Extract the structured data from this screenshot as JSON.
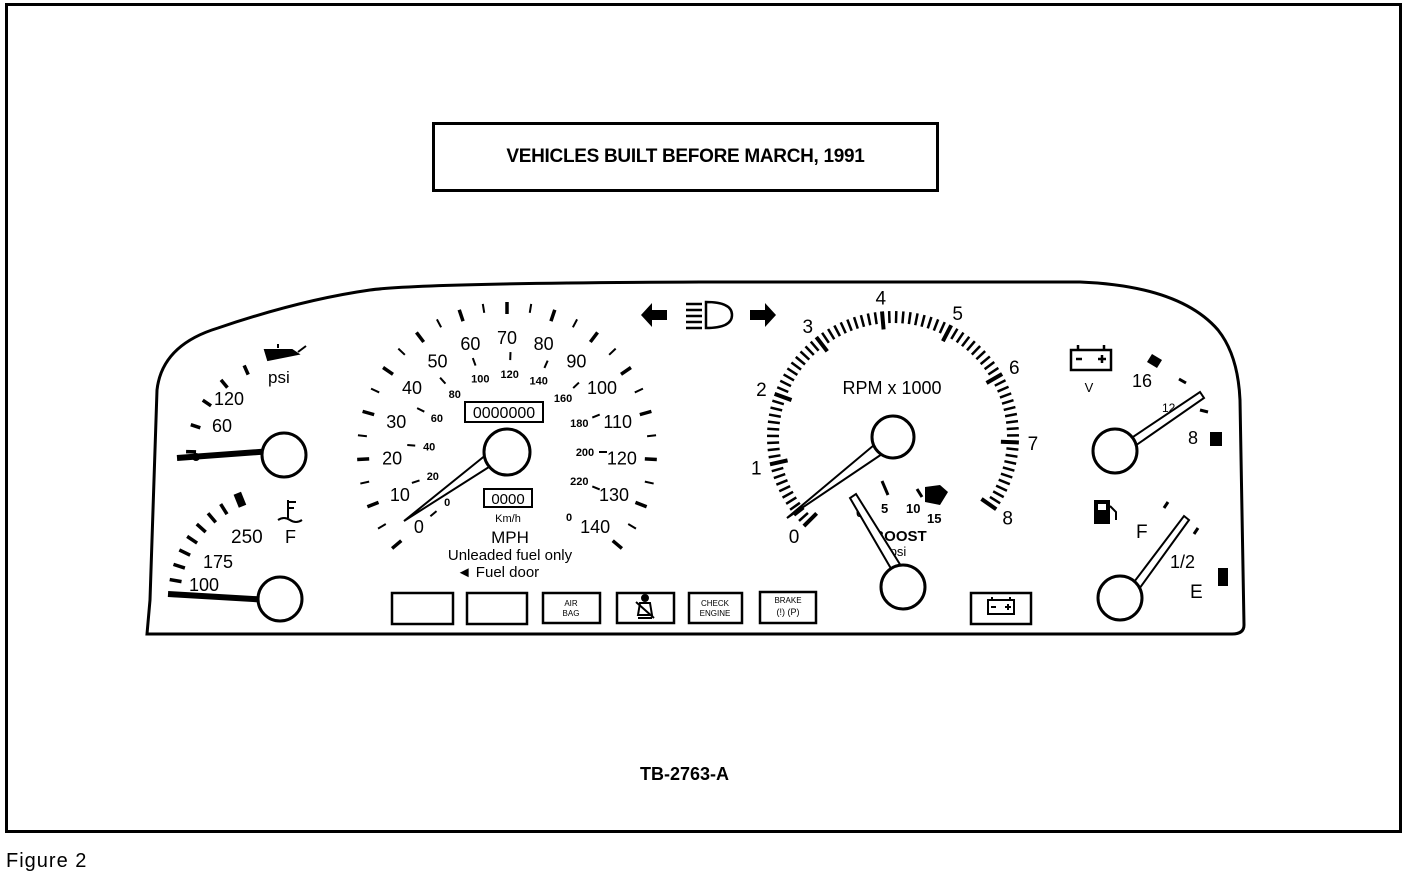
{
  "header": {
    "title": "VEHICLES BUILT BEFORE MARCH, 1991"
  },
  "footer": {
    "reference": "TB-2763-A",
    "figure_label": "Figure 2"
  },
  "oil_gauge": {
    "unit": "psi",
    "labels": [
      "60",
      "120"
    ],
    "icon": "oil-can-icon"
  },
  "temp_gauge": {
    "unit": "F",
    "labels": [
      "100",
      "175",
      "250"
    ],
    "icon": "thermometer-icon"
  },
  "speedometer": {
    "mph_labels": [
      "0",
      "10",
      "20",
      "30",
      "40",
      "50",
      "60",
      "70",
      "80",
      "90",
      "100",
      "110",
      "120",
      "130",
      "140"
    ],
    "kmh_labels": [
      "0",
      "20",
      "40",
      "60",
      "80",
      "100",
      "120",
      "140",
      "160",
      "180",
      "200",
      "220"
    ],
    "kmh_small_right": "0",
    "odometer": "0000000",
    "trip": "0000",
    "kmh_unit": "Km/h",
    "unit": "MPH",
    "fuel_note": "Unleaded fuel only",
    "fuel_door": "◄ Fuel door"
  },
  "tachometer": {
    "labels": [
      "0",
      "1",
      "2",
      "3",
      "4",
      "5",
      "6",
      "7",
      "8"
    ],
    "unit": "RPM x 1000"
  },
  "boost_gauge": {
    "labels": [
      "0",
      "5",
      "10",
      "15"
    ],
    "title": "BOOST",
    "unit": "psi"
  },
  "volt_gauge": {
    "unit": "V",
    "labels": [
      "8",
      "12",
      "16"
    ],
    "icon": "battery-icon"
  },
  "fuel_gauge": {
    "labels": [
      "F",
      "1/2",
      "E"
    ],
    "icon": "fuel-pump-icon"
  },
  "warning_lights": {
    "airbag": [
      "AIR",
      "BAG"
    ],
    "check_engine": [
      "CHECK",
      "ENGINE"
    ],
    "brake": [
      "BRAKE",
      "(!) (P)"
    ]
  },
  "indicators": [
    "left-turn-arrow-icon",
    "headlight-icon",
    "right-turn-arrow-icon"
  ]
}
